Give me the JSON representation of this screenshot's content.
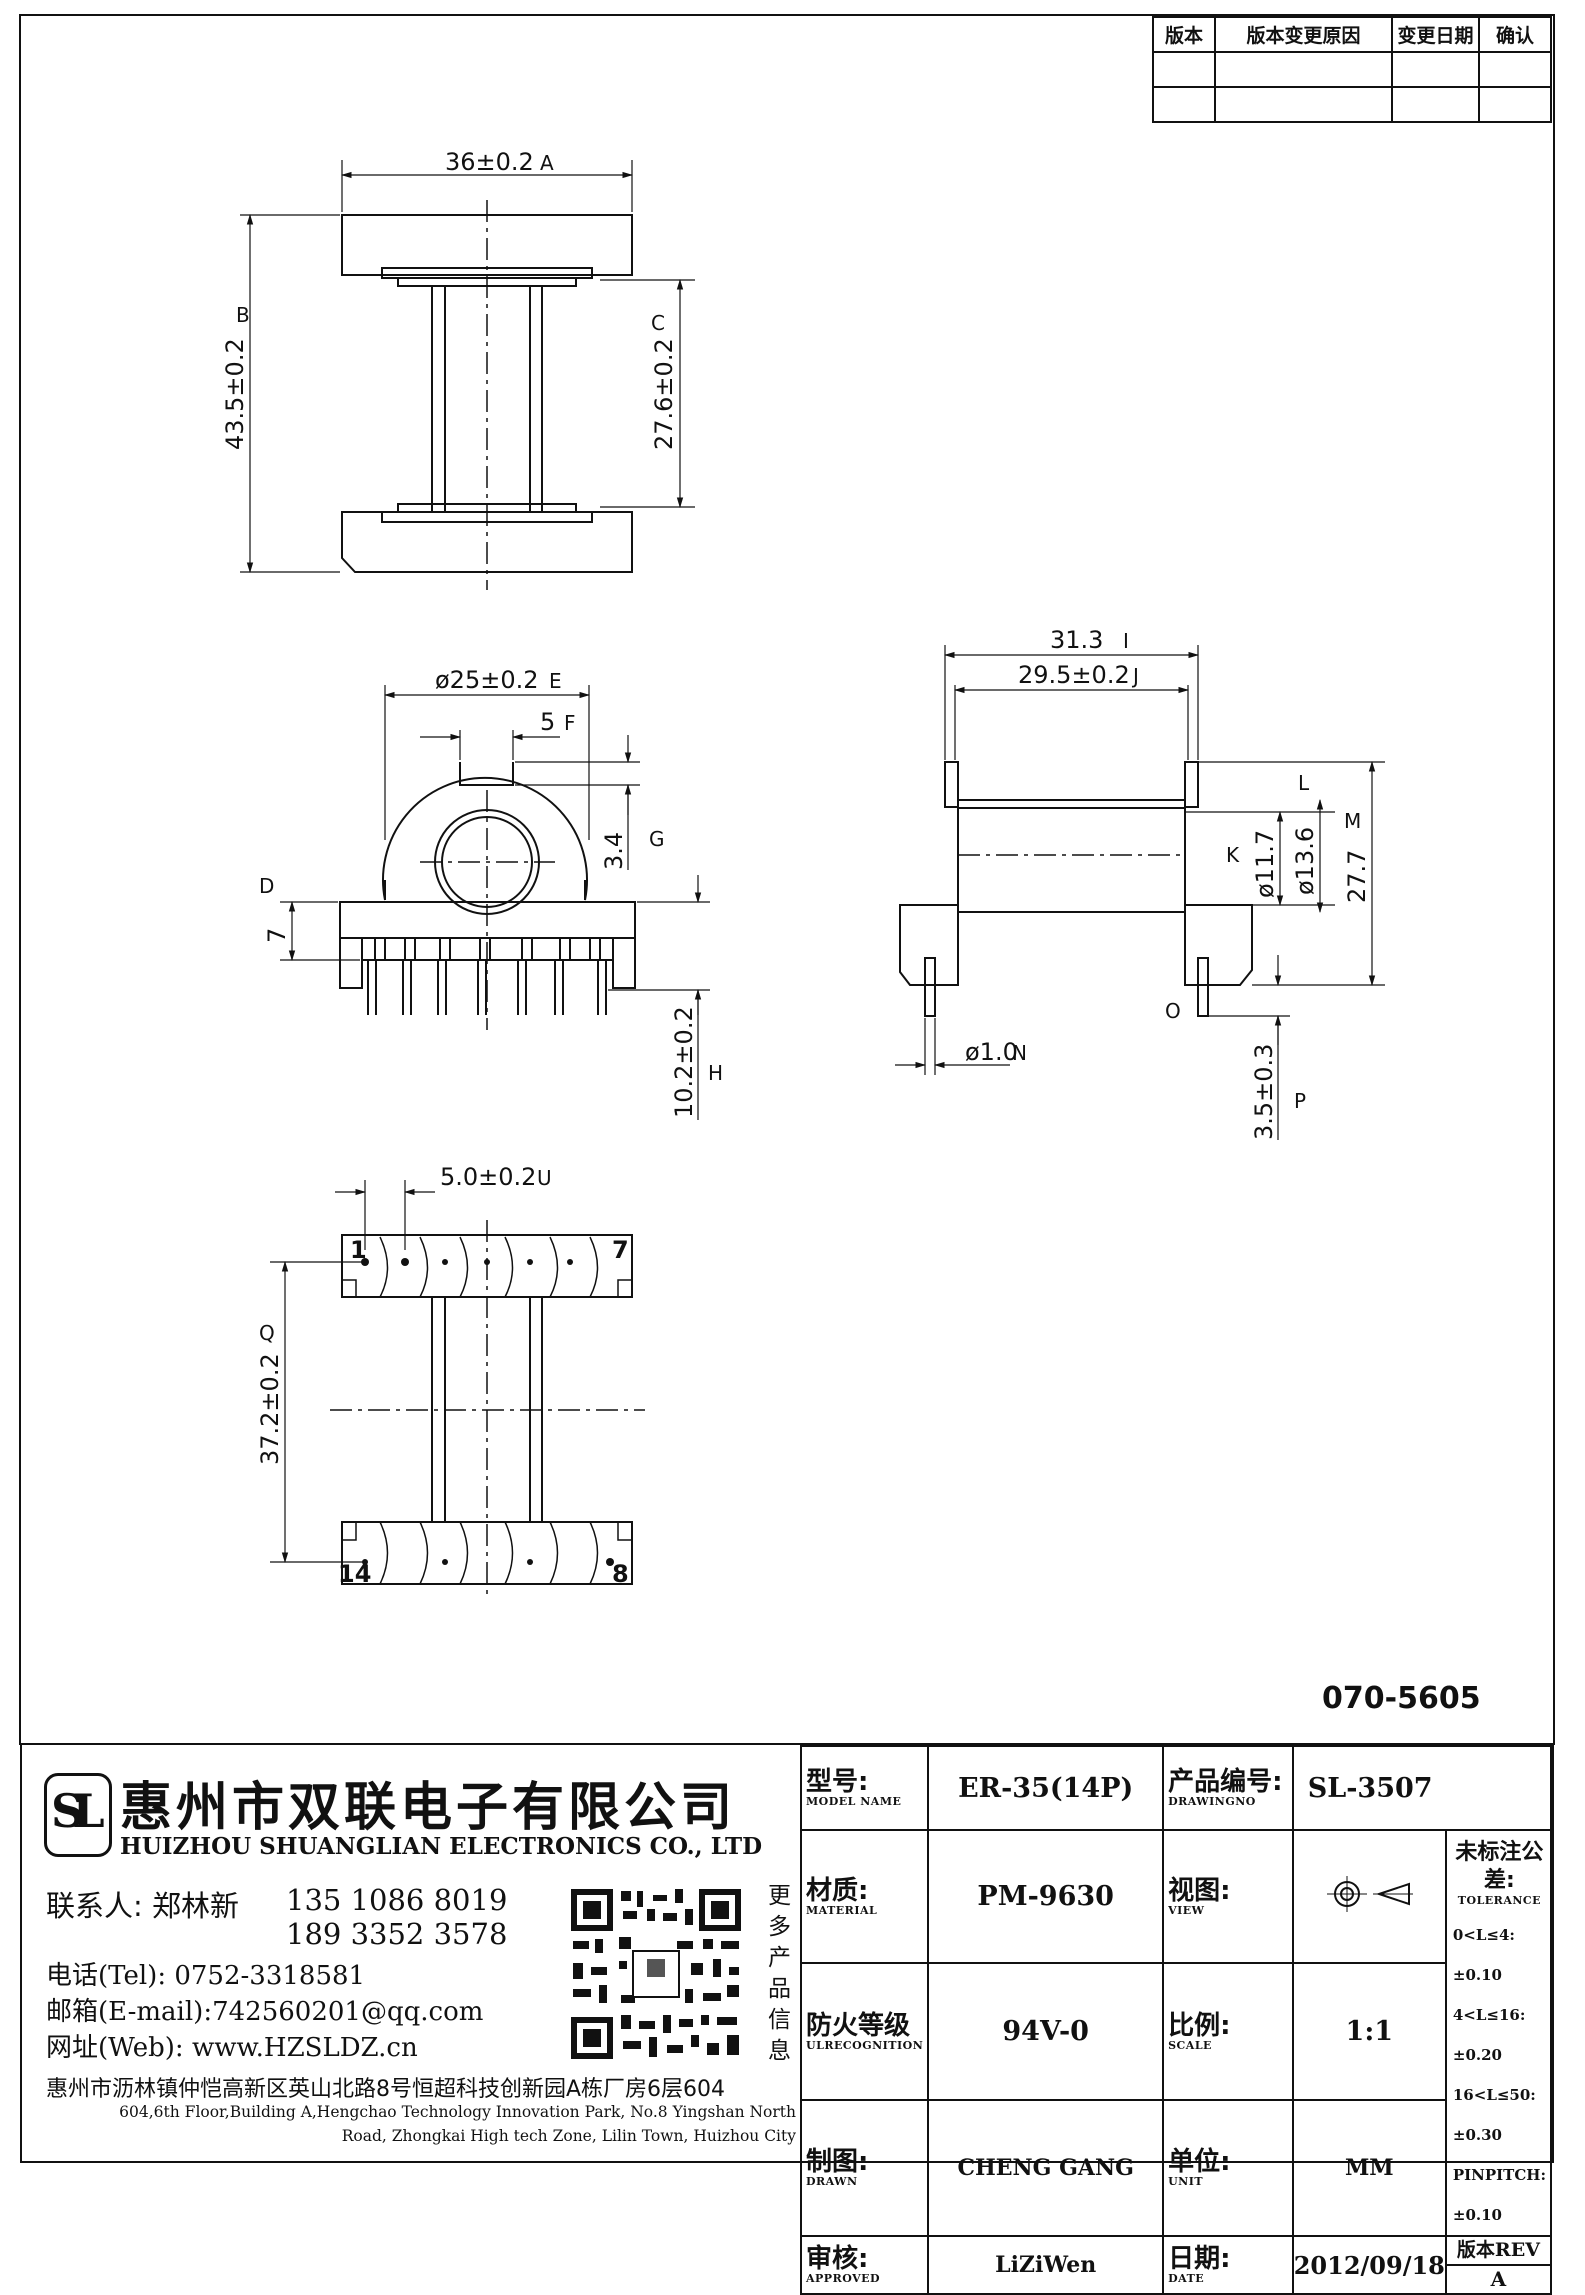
{
  "revision_table": {
    "headers": [
      "版本",
      "版本变更原因",
      "变更日期",
      "确认"
    ]
  },
  "drawing_number": "070-5605",
  "dimensions": {
    "a": "36±0.2",
    "a_tag": "A",
    "b": "43.5±0.2",
    "b_tag": "B",
    "c": "27.6±0.2",
    "c_tag": "C",
    "e": "ø25±0.2",
    "e_tag": "E",
    "f": "5",
    "f_tag": "F",
    "g": "3.4",
    "g_tag": "G",
    "d": "7",
    "d_tag": "D",
    "h": "10.2±0.2",
    "h_tag": "H",
    "i": "31.3",
    "i_tag": "I",
    "j": "29.5±0.2",
    "j_tag": "J",
    "k": "ø11.7",
    "k_tag": "K",
    "l_tag": "L",
    "m": "27.7",
    "m_tag": "M",
    "n": "ø1.0",
    "n_tag": "N",
    "o_tag": "O",
    "p": "3.5±0.3",
    "p_tag": "P",
    "d136": "ø13.6",
    "q": "37.2±0.2",
    "q_tag": "Q",
    "u": "5.0±0.2",
    "u_tag": "U"
  },
  "pin_labels": {
    "p1": "1",
    "p7": "7",
    "p14": "14",
    "p8": "8"
  },
  "company": {
    "logo": "SL",
    "name_cn": "惠州市双联电子有限公司",
    "name_en": "HUIZHOU SHUANGLIAN ELECTRONICS CO., LTD",
    "contact_label": "联系人:",
    "contact_name": "郑林新",
    "phone1": "135 1086 8019",
    "phone2": "189 3352 3578",
    "tel": "电话(Tel): 0752-3318581",
    "email": "邮箱(E-mail):742560201@qq.com",
    "web": "网址(Web): www.HZSLDZ.cn",
    "qr_caption": "更多产品信息",
    "address_cn": "惠州市沥林镇仲恺高新区英山北路8号恒超科技创新园A栋厂房6层604",
    "address_en1": "604,6th Floor,Building A,Hengchao Technology Innovation Park, No.8 Yingshan North",
    "address_en2": "Road, Zhongkai High tech Zone, Lilin Town, Huizhou City"
  },
  "title_block": {
    "model_label_cn": "型号:",
    "model_label_en": "MODEL NAME",
    "model": "ER-35(14P)",
    "drawing_label_cn": "产品编号:",
    "drawing_label_en": "DRAWINGNO",
    "drawing_no": "SL-3507",
    "material_label_cn": "材质:",
    "material_label_en": "MATERIAL",
    "material": "PM-9630",
    "view_label_cn": "视图:",
    "view_label_en": "VIEW",
    "tolerance_label_cn": "未标注公差:",
    "tolerance_label_en": "TOLERANCE",
    "tolerances": [
      "0<L≤4:±0.10",
      "4<L≤16:±0.20",
      "16<L≤50:±0.30",
      "PINPITCH:±0.10"
    ],
    "fire_label_cn": "防火等级",
    "fire_label_en": "ULRECOGNITION",
    "fire_rating": "94V-0",
    "scale_label_cn": "比例:",
    "scale_label_en": "SCALE",
    "scale": "1:1",
    "drawn_label_cn": "制图:",
    "drawn_label_en": "DRAWN",
    "drawn_by": "CHENG GANG",
    "unit_label_cn": "单位:",
    "unit_label_en": "UNIT",
    "unit": "MM",
    "approved_label_cn": "审核:",
    "approved_label_en": "APPROVED",
    "approved_by": "LiZiWen",
    "date_label_cn": "日期:",
    "date_label_en": "DATE",
    "date": "2012/09/18",
    "rev_label": "版本REV",
    "rev": "A"
  }
}
